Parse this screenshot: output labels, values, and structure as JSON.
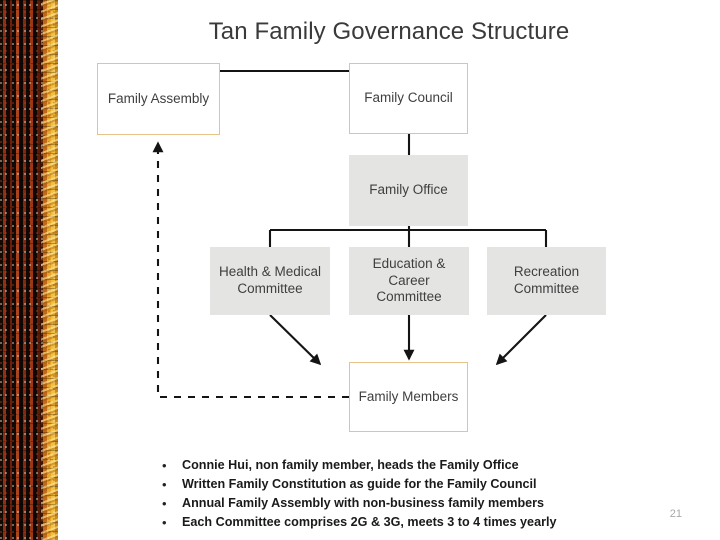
{
  "slide": {
    "title": "Tan Family Governance Structure",
    "page_number": "21"
  },
  "decor": {
    "left_border_name": "woven-ikat-textile-band",
    "colors": {
      "dark": "#140a04",
      "red": "#8f2f14",
      "orange": "#a8431c",
      "gold": "#f0c040",
      "amber": "#e8a62a"
    }
  },
  "diagram": {
    "node_border_color": "#e7c389",
    "node_fill_gray": "#e4e4e2",
    "connector_color": "#1a1a1a",
    "nodes": [
      {
        "id": "family-assembly",
        "label": "Family Assembly",
        "style": "outline"
      },
      {
        "id": "family-council",
        "label": "Family Council",
        "style": "outline"
      },
      {
        "id": "family-office",
        "label": "Family Office",
        "style": "filled"
      },
      {
        "id": "health-committee",
        "label": "Health & Medical Committee",
        "style": "filled"
      },
      {
        "id": "education-committee",
        "label": "Education & Career Committee",
        "style": "filled"
      },
      {
        "id": "recreation-committee",
        "label": "Recreation Committee",
        "style": "filled"
      },
      {
        "id": "family-members",
        "label": "Family Members",
        "style": "outline"
      }
    ],
    "node_lines": {
      "family_assembly": [
        "Family Assembly"
      ],
      "family_council": [
        "Family Council"
      ],
      "family_office": [
        "Family Office"
      ],
      "health_committee": [
        "Health & Medical",
        "Committee"
      ],
      "education_committee": [
        "Education & Career",
        "Committee"
      ],
      "recreation_committee": [
        "Recreation",
        "Committee"
      ],
      "family_members": [
        "Family Members"
      ]
    }
  },
  "bullets": [
    "Connie Hui, non family member, heads the Family Office",
    "Written Family Constitution as guide for the Family Council",
    "Annual Family Assembly with non-business family members",
    "Each Committee comprises 2G & 3G, meets 3 to 4 times yearly"
  ],
  "bullet_marker": "•"
}
